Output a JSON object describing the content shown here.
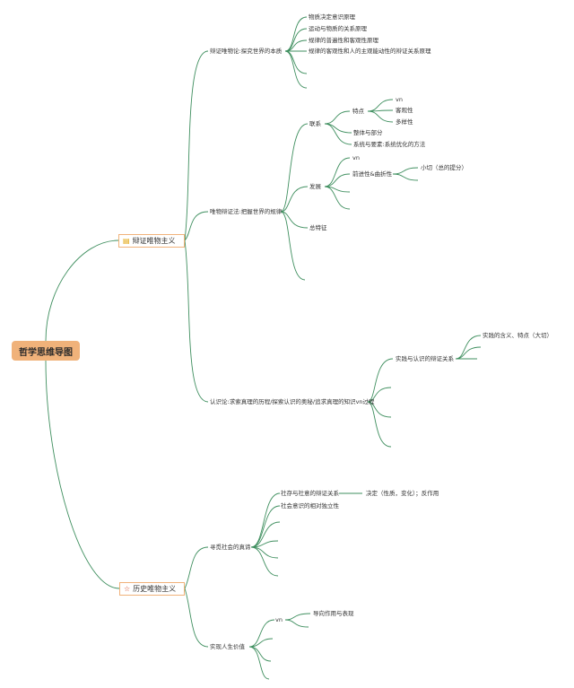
{
  "map": {
    "title": "哲学思维导图",
    "branches": [
      {
        "label": "辩证唯物主义",
        "icon": "document-icon",
        "children": [
          {
            "label": "辩证唯物论:探究世界的本质",
            "children": [
              "物质决定意识原理",
              "运动与物质的关系原理",
              "规律的普遍性和客观性原理",
              "规律的客观性和人的主观能动性的辩证关系原理"
            ]
          },
          {
            "label": "唯物辩证法:把握世界的规律",
            "children": [
              {
                "label": "联系",
                "children": [
                  {
                    "label": "特点",
                    "children": [
                      "vn",
                      "客观性",
                      "多样性"
                    ]
                  },
                  "整体与部分",
                  "系统与要素:系统优化的方法"
                ]
              },
              {
                "label": "发展",
                "children": [
                  "vn",
                  {
                    "label": "前进性&曲折性",
                    "children": [
                      "小切（总的提分）"
                    ]
                  }
                ]
              },
              "总特征"
            ]
          },
          {
            "label": "认识论:求索真理的历程/探索认识的奥秘/追求真理的知识vn过程",
            "children": [
              {
                "label": "实践与认识的辩证关系",
                "children": [
                  "实践的含义、特点（大切）"
                ]
              }
            ]
          }
        ]
      },
      {
        "label": "历史唯物主义",
        "icon": "star-icon",
        "children": [
          {
            "label": "寻觅社会的真谛",
            "children": [
              {
                "label": "社存与社意的辩证关系",
                "note": "决定（性质，变化）；反作用"
              },
              "社会意识的相对独立性"
            ]
          },
          {
            "label": "实现人生价值",
            "children": [
              {
                "label": "vn",
                "children": [
                  "导向作用与表现"
                ]
              }
            ]
          }
        ]
      }
    ],
    "colors": {
      "line": "#3f8f5f",
      "root": "#f0b27a",
      "branch_border": "#f0b27a"
    }
  }
}
